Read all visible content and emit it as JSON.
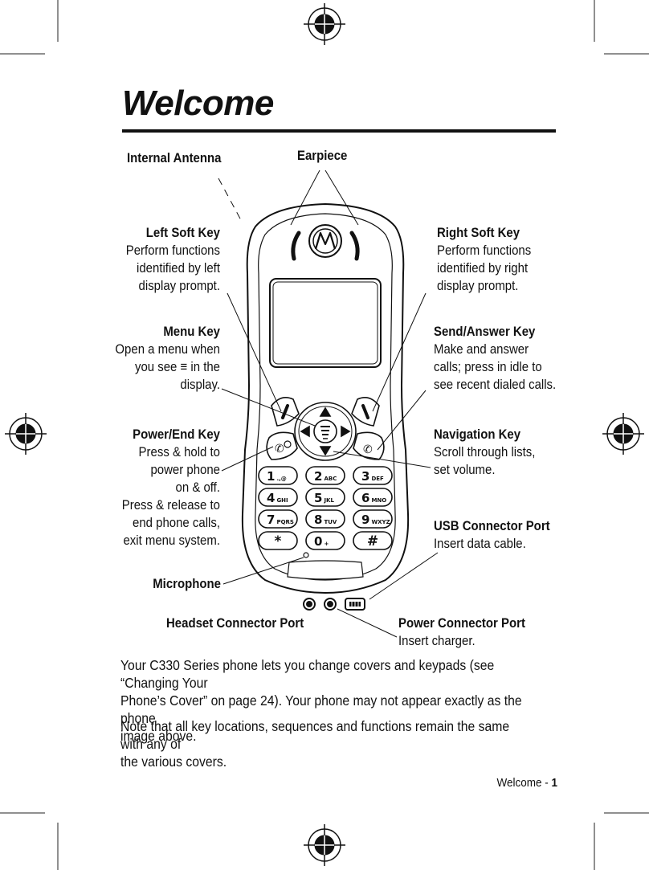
{
  "page": {
    "title": "Welcome",
    "footer_section": "Welcome - ",
    "footer_page": "1"
  },
  "callouts": {
    "internal_antenna": {
      "title": "Internal Antenna"
    },
    "earpiece": {
      "title": "Earpiece"
    },
    "left_soft_key": {
      "title": "Left Soft Key",
      "lines": [
        "Perform functions",
        "identified by left",
        "display prompt."
      ]
    },
    "right_soft_key": {
      "title": "Right Soft Key",
      "lines": [
        "Perform functions",
        "identified by right",
        "display prompt."
      ]
    },
    "menu_key": {
      "title": "Menu Key",
      "lines": [
        "Open a menu when",
        "you see ≡ in the",
        "display."
      ]
    },
    "send_answer_key": {
      "title": "Send/Answer Key",
      "lines": [
        "Make and answer",
        "calls; press in idle to",
        "see recent dialed calls."
      ]
    },
    "power_end_key": {
      "title": "Power/End Key",
      "lines": [
        "Press & hold to",
        "power phone",
        "on & off.",
        "Press & release to",
        "end phone calls,",
        "exit menu system."
      ]
    },
    "navigation_key": {
      "title": "Navigation Key",
      "lines": [
        "Scroll through lists,",
        "set volume."
      ]
    },
    "usb_port": {
      "title": "USB Connector Port",
      "lines": [
        "Insert data cable."
      ]
    },
    "microphone": {
      "title": "Microphone"
    },
    "headset_port": {
      "title": "Headset Connector Port"
    },
    "power_port": {
      "title": "Power Connector Port",
      "lines": [
        "Insert charger."
      ]
    }
  },
  "keypad": {
    "keys": [
      {
        "num": "1",
        "sub": ".,@"
      },
      {
        "num": "2",
        "sub": "ABC"
      },
      {
        "num": "3",
        "sub": "DEF"
      },
      {
        "num": "4",
        "sub": "GHI"
      },
      {
        "num": "5",
        "sub": "JKL"
      },
      {
        "num": "6",
        "sub": "MNO"
      },
      {
        "num": "7",
        "sub": "PQRS"
      },
      {
        "num": "8",
        "sub": "TUV"
      },
      {
        "num": "9",
        "sub": "WXYZ"
      },
      {
        "num": "*",
        "sub": ""
      },
      {
        "num": "0",
        "sub": "+"
      },
      {
        "num": "#",
        "sub": ""
      }
    ]
  },
  "body_text": {
    "paragraph_1": [
      "Your C330 Series phone lets you change covers and keypads (see “Changing Your",
      "Phone’s Cover” on page 24). Your phone may not appear exactly as the phone",
      "image above."
    ],
    "paragraph_2": [
      "Note that all key locations, sequences and functions remain the same with any of",
      "the various covers."
    ]
  }
}
